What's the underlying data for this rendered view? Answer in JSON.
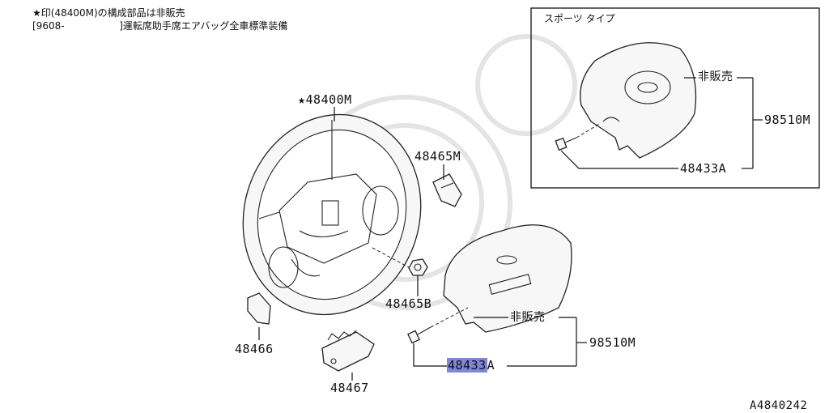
{
  "notes": {
    "line1": "★印(48400M)の構成部品は非販売",
    "line2_prefix": "[9608-",
    "line2_suffix": "]運転席助手席エアバッグ全車標準装備"
  },
  "inset": {
    "title": "スポーツ タイプ",
    "label_not_sold": "非販売",
    "label_part_98510": "98510M",
    "label_part_48433": "48433A"
  },
  "parts": {
    "steering_wheel": "★48400M",
    "bracket_48465m": "48465M",
    "nut_48465b": "48465B",
    "cover_48466": "48466",
    "bracket_48467": "48467",
    "not_sold": "非販売",
    "airbag_98510m": "98510M",
    "bolt_48433a_highlighted": "48433",
    "bolt_48433a_suffix": "A"
  },
  "diagram_id": "A4840242",
  "colors": {
    "highlight": "#7f86d8",
    "line": "#111111"
  }
}
